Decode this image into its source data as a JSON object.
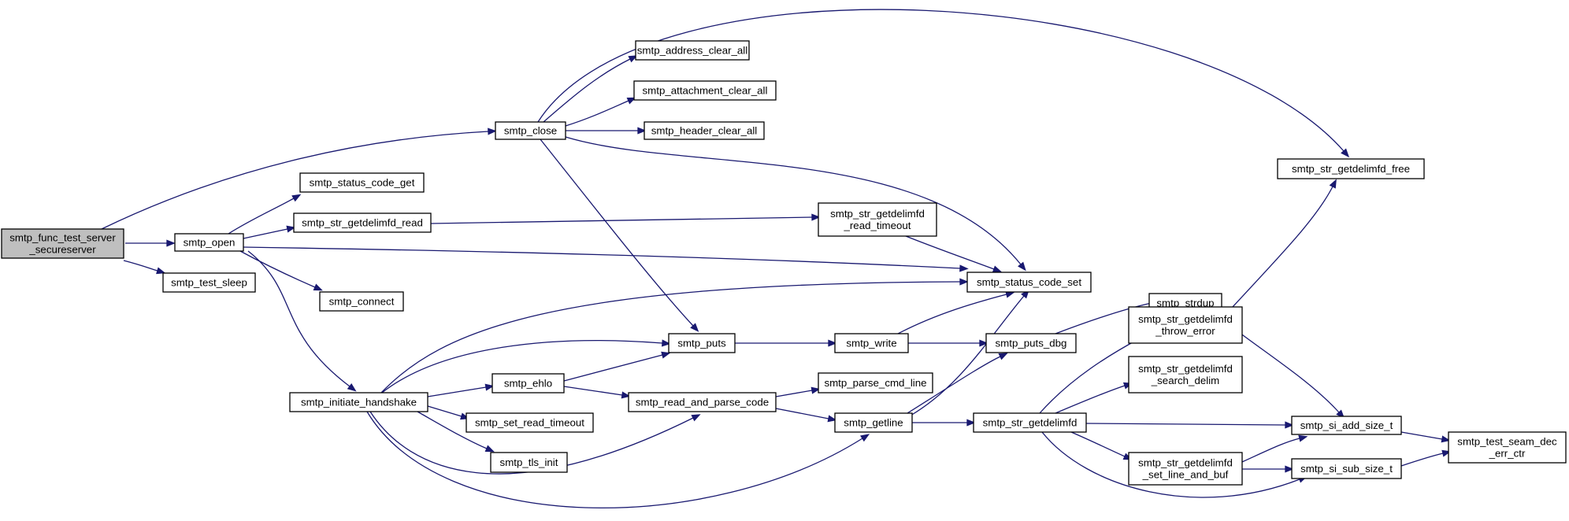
{
  "graph": {
    "nodes": [
      {
        "id": "root",
        "lines": [
          "smtp_func_test_server",
          "_secureserver"
        ],
        "root": true
      },
      {
        "id": "close",
        "lines": [
          "smtp_close"
        ]
      },
      {
        "id": "open",
        "lines": [
          "smtp_open"
        ]
      },
      {
        "id": "test_sleep",
        "lines": [
          "smtp_test_sleep"
        ]
      },
      {
        "id": "address_clear_all",
        "lines": [
          "smtp_address_clear_all"
        ]
      },
      {
        "id": "attachment_clear_all",
        "lines": [
          "smtp_attachment_clear_all"
        ]
      },
      {
        "id": "header_clear_all",
        "lines": [
          "smtp_header_clear_all"
        ]
      },
      {
        "id": "status_code_get",
        "lines": [
          "smtp_status_code_get"
        ]
      },
      {
        "id": "str_getdelimfd_read",
        "lines": [
          "smtp_str_getdelimfd_read"
        ]
      },
      {
        "id": "connect",
        "lines": [
          "smtp_connect"
        ]
      },
      {
        "id": "initiate_handshake",
        "lines": [
          "smtp_initiate_handshake"
        ]
      },
      {
        "id": "read_timeout",
        "lines": [
          "smtp_str_getdelimfd",
          "_read_timeout"
        ]
      },
      {
        "id": "status_code_set",
        "lines": [
          "smtp_status_code_set"
        ]
      },
      {
        "id": "getdelimfd_free",
        "lines": [
          "smtp_str_getdelimfd_free"
        ]
      },
      {
        "id": "puts",
        "lines": [
          "smtp_puts"
        ]
      },
      {
        "id": "ehlo",
        "lines": [
          "smtp_ehlo"
        ]
      },
      {
        "id": "set_read_timeout",
        "lines": [
          "smtp_set_read_timeout"
        ]
      },
      {
        "id": "tls_init",
        "lines": [
          "smtp_tls_init"
        ]
      },
      {
        "id": "read_and_parse_code",
        "lines": [
          "smtp_read_and_parse_code"
        ]
      },
      {
        "id": "write",
        "lines": [
          "smtp_write"
        ]
      },
      {
        "id": "parse_cmd_line",
        "lines": [
          "smtp_parse_cmd_line"
        ]
      },
      {
        "id": "getline",
        "lines": [
          "smtp_getline"
        ]
      },
      {
        "id": "puts_dbg",
        "lines": [
          "smtp_puts_dbg"
        ]
      },
      {
        "id": "strdup",
        "lines": [
          "smtp_strdup"
        ]
      },
      {
        "id": "str_getdelimfd",
        "lines": [
          "smtp_str_getdelimfd"
        ]
      },
      {
        "id": "throw_error",
        "lines": [
          "smtp_str_getdelimfd",
          "_throw_error"
        ]
      },
      {
        "id": "search_delim",
        "lines": [
          "smtp_str_getdelimfd",
          "_search_delim"
        ]
      },
      {
        "id": "set_line_and_buf",
        "lines": [
          "smtp_str_getdelimfd",
          "_set_line_and_buf"
        ]
      },
      {
        "id": "si_add_size_t",
        "lines": [
          "smtp_si_add_size_t"
        ]
      },
      {
        "id": "si_sub_size_t",
        "lines": [
          "smtp_si_sub_size_t"
        ]
      },
      {
        "id": "test_seam_dec_err_ctr",
        "lines": [
          "smtp_test_seam_dec",
          "_err_ctr"
        ]
      }
    ],
    "edges": [
      [
        "root",
        "close"
      ],
      [
        "root",
        "open"
      ],
      [
        "root",
        "test_sleep"
      ],
      [
        "close",
        "address_clear_all"
      ],
      [
        "close",
        "attachment_clear_all"
      ],
      [
        "close",
        "header_clear_all"
      ],
      [
        "close",
        "getdelimfd_free"
      ],
      [
        "close",
        "status_code_set"
      ],
      [
        "close",
        "puts"
      ],
      [
        "open",
        "status_code_get"
      ],
      [
        "open",
        "str_getdelimfd_read"
      ],
      [
        "open",
        "connect"
      ],
      [
        "open",
        "initiate_handshake"
      ],
      [
        "open",
        "status_code_set"
      ],
      [
        "str_getdelimfd_read",
        "read_timeout"
      ],
      [
        "read_timeout",
        "status_code_set"
      ],
      [
        "initiate_handshake",
        "status_code_set"
      ],
      [
        "initiate_handshake",
        "puts"
      ],
      [
        "initiate_handshake",
        "ehlo"
      ],
      [
        "initiate_handshake",
        "set_read_timeout"
      ],
      [
        "initiate_handshake",
        "tls_init"
      ],
      [
        "initiate_handshake",
        "read_and_parse_code"
      ],
      [
        "initiate_handshake",
        "getline"
      ],
      [
        "ehlo",
        "puts"
      ],
      [
        "ehlo",
        "read_and_parse_code"
      ],
      [
        "puts",
        "write"
      ],
      [
        "write",
        "status_code_set"
      ],
      [
        "write",
        "puts_dbg"
      ],
      [
        "read_and_parse_code",
        "parse_cmd_line"
      ],
      [
        "read_and_parse_code",
        "getline"
      ],
      [
        "getline",
        "status_code_set"
      ],
      [
        "getline",
        "puts_dbg"
      ],
      [
        "getline",
        "str_getdelimfd"
      ],
      [
        "puts_dbg",
        "strdup"
      ],
      [
        "strdup",
        "si_add_size_t"
      ],
      [
        "str_getdelimfd",
        "throw_error"
      ],
      [
        "str_getdelimfd",
        "search_delim"
      ],
      [
        "str_getdelimfd",
        "si_add_size_t"
      ],
      [
        "str_getdelimfd",
        "set_line_and_buf"
      ],
      [
        "str_getdelimfd",
        "si_sub_size_t"
      ],
      [
        "throw_error",
        "getdelimfd_free"
      ],
      [
        "set_line_and_buf",
        "si_add_size_t"
      ],
      [
        "set_line_and_buf",
        "si_sub_size_t"
      ],
      [
        "si_add_size_t",
        "test_seam_dec_err_ctr"
      ],
      [
        "si_sub_size_t",
        "test_seam_dec_err_ctr"
      ]
    ]
  }
}
